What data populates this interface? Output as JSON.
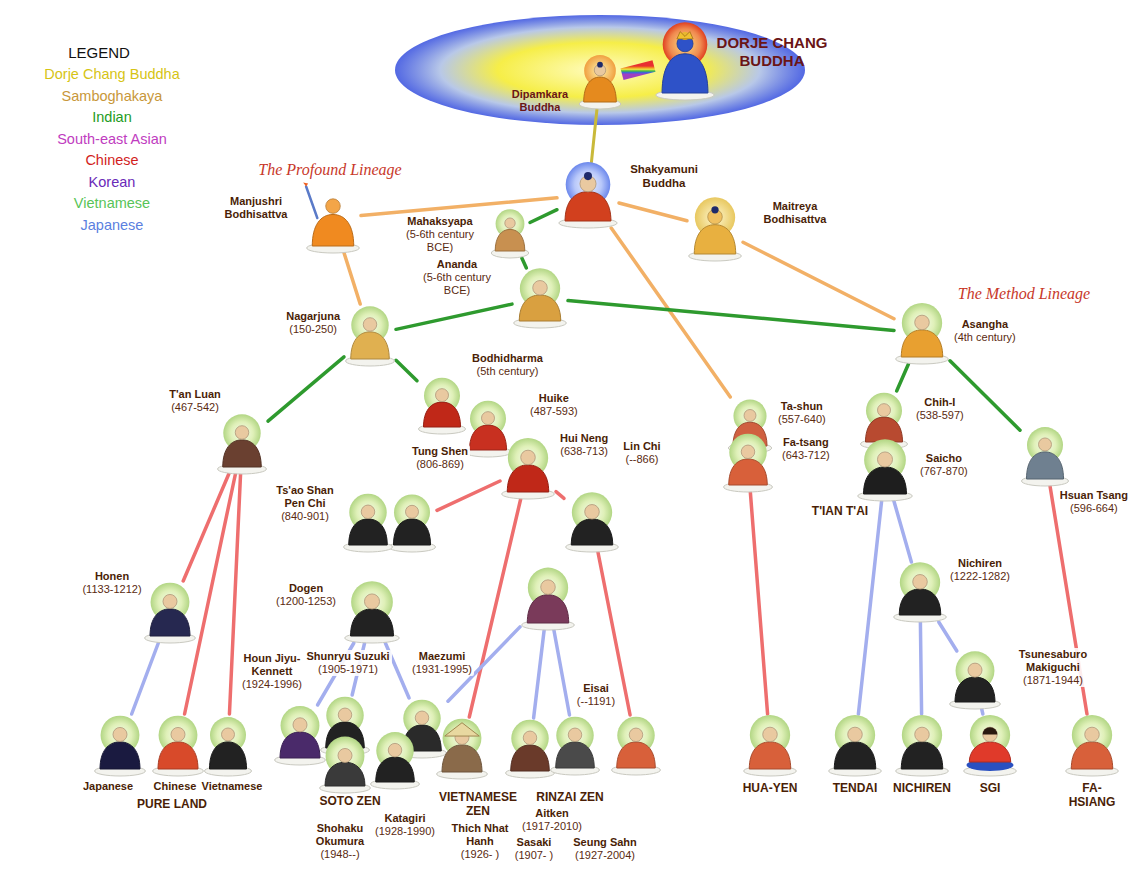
{
  "diagram": {
    "nodes": [
      {
        "text": [
          "Dipamkara Buddha"
        ]
      },
      {
        "text": [
          "DORJE CHANG BUDDHA"
        ]
      },
      {
        "text": [
          "Shakyamuni Buddha"
        ]
      },
      {
        "text": [
          "Manjushri Bodhisattva"
        ]
      },
      {
        "text": [
          "Mahaksyapa",
          "(5-6th century BCE)"
        ]
      },
      {
        "text": [
          "Maitreya Bodhisattva"
        ]
      },
      {
        "text": [
          "Ananda",
          "(5-6th century BCE)"
        ]
      },
      {
        "text": [
          "Nagarjuna",
          "(150-250)"
        ]
      },
      {
        "text": [
          "Asangha",
          "(4th century)"
        ]
      },
      {
        "text": [
          "Bodhidharma",
          "(5th century)"
        ]
      },
      {
        "text": [
          "T'an Luan",
          "(467-542)"
        ]
      },
      {
        "text": [
          "Huike",
          "(487-593)"
        ]
      },
      {
        "text": [
          "Ta-shun",
          "(557-640)"
        ]
      },
      {
        "text": [
          "Chih-I",
          "(538-597)"
        ]
      },
      {
        "text": [
          "Hui Neng",
          "(638-713)"
        ]
      },
      {
        "text": [
          "Lin Chi",
          "(--866)"
        ]
      },
      {
        "text": [
          "Fa-tsang",
          "(643-712)"
        ]
      },
      {
        "text": [
          "Tung Shen",
          "(806-869)"
        ]
      },
      {
        "text": [
          "Saicho",
          "(767-870)"
        ]
      },
      {
        "text": [
          "Ts'ao Shan Pen Chi",
          "(840-901)"
        ]
      },
      {
        "text": [
          "Hsuan Tsang",
          "(596-664)"
        ]
      },
      {
        "text": [
          "Nichiren",
          "(1222-1282)"
        ]
      },
      {
        "text": [
          "Honen",
          "(1133-1212)"
        ]
      },
      {
        "text": [
          "Dogen",
          "(1200-1253)"
        ]
      },
      {
        "text": [
          "Tsunesaburo Makiguchi",
          "(1871-1944)"
        ]
      },
      {
        "text": [
          "Houn Jiyu-Kennett",
          "(1924-1996)"
        ]
      },
      {
        "text": [
          "Shunryu Suzuki",
          "(1905-1971)"
        ]
      },
      {
        "text": [
          "Maezumi",
          "(1931-1995)"
        ]
      },
      {
        "text": [
          "Eisai",
          "(--1191)"
        ]
      },
      {
        "text": [
          "Japanese"
        ]
      },
      {
        "text": [
          "Chinese"
        ]
      },
      {
        "text": [
          "Vietnamese"
        ]
      },
      {
        "text": [
          "HUA-YEN"
        ]
      },
      {
        "text": [
          "TENDAI"
        ]
      },
      {
        "text": [
          "NICHIREN"
        ]
      },
      {
        "text": [
          "SGI"
        ]
      },
      {
        "text": [
          "FA-HSIANG"
        ]
      },
      {
        "text": [
          "Aitken",
          "(1917-2010)"
        ]
      },
      {
        "text": [
          "Katagiri",
          "(1928-1990)"
        ]
      },
      {
        "text": [
          "Thich Nhat Hanh",
          "(1926- )"
        ]
      },
      {
        "text": [
          "Shohaku Okumura",
          "(1948--)"
        ]
      },
      {
        "text": [
          "Sasaki",
          "(1907- )"
        ]
      },
      {
        "text": [
          "Seung Sahn",
          "(1927-2004)"
        ]
      }
    ],
    "edges": [
      {
        "from": 1,
        "to": 0,
        "arrow": "none"
      },
      {
        "from": 0,
        "to": 2,
        "arrow": "none"
      },
      {
        "from": 2,
        "to": 3,
        "arrow": "none"
      },
      {
        "from": 2,
        "to": 5,
        "arrow": "none"
      },
      {
        "from": 2,
        "to": 4,
        "arrow": "none"
      },
      {
        "from": 4,
        "to": 6,
        "arrow": "none"
      },
      {
        "from": 2,
        "to": 12,
        "arrow": "none"
      },
      {
        "from": 3,
        "to": 7,
        "arrow": "none"
      },
      {
        "from": 5,
        "to": 8,
        "arrow": "none"
      },
      {
        "from": 6,
        "to": 7,
        "arrow": "none"
      },
      {
        "from": 6,
        "to": 8,
        "arrow": "none"
      },
      {
        "from": 7,
        "to": 10,
        "arrow": "none"
      },
      {
        "from": 7,
        "to": 9,
        "arrow": "none"
      },
      {
        "from": 8,
        "to": 13,
        "arrow": "none"
      },
      {
        "from": 8,
        "to": 20,
        "arrow": "none"
      },
      {
        "from": 14,
        "to": 17,
        "arrow": "none"
      },
      {
        "from": 14,
        "to": 15,
        "arrow": "none"
      },
      {
        "from": 14,
        "to": 39,
        "arrow": "none"
      },
      {
        "from": 10,
        "to": 22,
        "arrow": "none"
      },
      {
        "from": 10,
        "to": 30,
        "arrow": "none"
      },
      {
        "from": 10,
        "to": 31,
        "arrow": "none"
      },
      {
        "from": 22,
        "to": 29,
        "arrow": "none"
      },
      {
        "from": 23,
        "to": 25,
        "arrow": "none"
      },
      {
        "from": 23,
        "to": 26,
        "arrow": "none"
      },
      {
        "from": 23,
        "to": 27,
        "arrow": "none"
      },
      {
        "from": 28,
        "to": 27,
        "arrow": "none"
      },
      {
        "from": 28,
        "to": 37,
        "arrow": "none"
      },
      {
        "from": 28,
        "to": 41,
        "arrow": "none"
      },
      {
        "from": 15,
        "to": 42,
        "arrow": "none"
      },
      {
        "from": 16,
        "to": 32,
        "arrow": "none"
      },
      {
        "from": 18,
        "to": 33,
        "arrow": "none"
      },
      {
        "from": 18,
        "to": 21,
        "arrow": "none"
      },
      {
        "from": 21,
        "to": 34,
        "arrow": "none"
      },
      {
        "from": 21,
        "to": 24,
        "arrow": "none"
      },
      {
        "from": 24,
        "to": 35,
        "arrow": "none"
      },
      {
        "from": 20,
        "to": 36,
        "arrow": "none"
      }
    ],
    "labels": [
      "LEGEND",
      "The Profound Lineage",
      "The Method Lineage",
      "T'IAN T'AI",
      "PURE LAND",
      "SOTO ZEN",
      "VIETNAMESE ZEN",
      "RINZAI ZEN"
    ],
    "legend": [
      {
        "text": "Dorje Chang Buddha",
        "color": "#d6c414"
      },
      {
        "text": "Samboghakaya",
        "color": "#c8973a"
      },
      {
        "text": "Indian",
        "color": "#1e9b1e"
      },
      {
        "text": "South-east Asian",
        "color": "#c03cc0"
      },
      {
        "text": "Chinese",
        "color": "#d21e1e"
      },
      {
        "text": "Korean",
        "color": "#6a2ab8"
      },
      {
        "text": "Vietnamese",
        "color": "#58c458"
      },
      {
        "text": "Japanese",
        "color": "#5b7fe0"
      }
    ]
  }
}
